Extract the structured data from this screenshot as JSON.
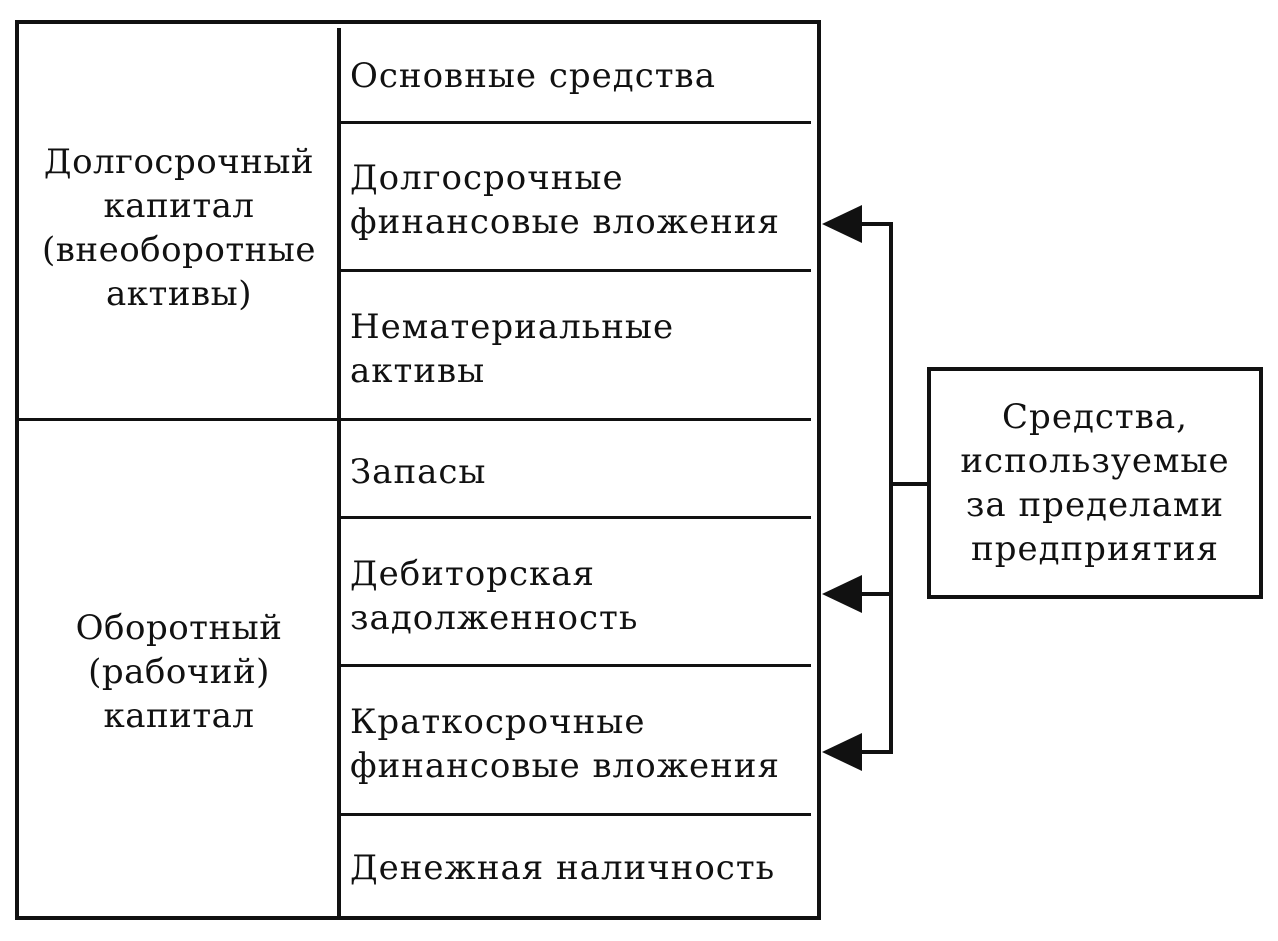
{
  "groups": [
    {
      "lines": [
        "Долгосрочный",
        "капитал",
        "(внеоборотные",
        "активы)"
      ],
      "items": [
        {
          "lines": [
            "Основные средства"
          ]
        },
        {
          "lines": [
            "Долгосрочные",
            "финансовые вложения"
          ]
        },
        {
          "lines": [
            "Нематериальные",
            "активы"
          ]
        }
      ]
    },
    {
      "lines": [
        "Оборотный",
        "(рабочий)",
        "капитал"
      ],
      "items": [
        {
          "lines": [
            "Запасы"
          ]
        },
        {
          "lines": [
            "Дебиторская",
            "задолженность"
          ]
        },
        {
          "lines": [
            "Краткосрочные",
            "финансовые вложения"
          ]
        },
        {
          "lines": [
            "Денежная наличность"
          ]
        }
      ]
    }
  ],
  "side_box": {
    "lines": [
      "Средства,",
      "используемые",
      "за пределами",
      "предприятия"
    ]
  }
}
